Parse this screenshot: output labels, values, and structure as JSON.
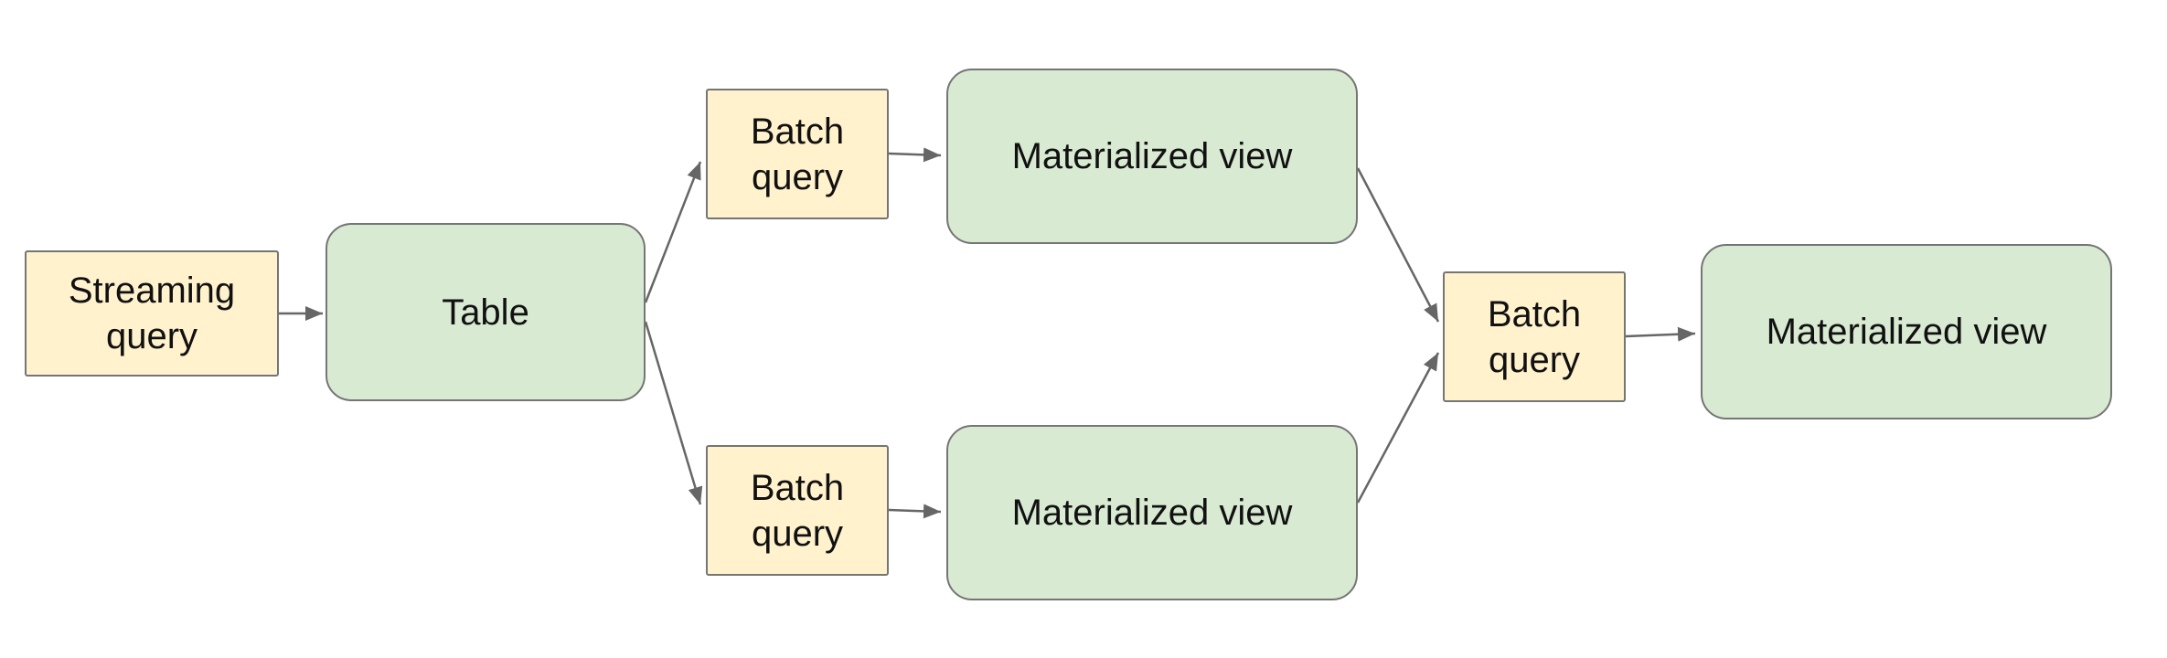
{
  "diagram": {
    "background": "#ffffff",
    "colors": {
      "process_fill": "#fff2cc",
      "store_fill": "#d9ead3",
      "node_border": "#757575",
      "arrow": "#666666",
      "text": "#111111"
    },
    "nodes": [
      {
        "id": "streaming-query",
        "label": "Streaming query",
        "type": "process"
      },
      {
        "id": "table",
        "label": "Table",
        "type": "store"
      },
      {
        "id": "batch-query-top",
        "label": "Batch query",
        "type": "process"
      },
      {
        "id": "materialized-view-top",
        "label": "Materialized view",
        "type": "store"
      },
      {
        "id": "batch-query-bottom",
        "label": "Batch query",
        "type": "process"
      },
      {
        "id": "materialized-view-bottom",
        "label": "Materialized view",
        "type": "store"
      },
      {
        "id": "batch-query-merge",
        "label": "Batch query",
        "type": "process"
      },
      {
        "id": "materialized-view-final",
        "label": "Materialized view",
        "type": "store"
      }
    ],
    "edges": [
      {
        "from": "streaming-query",
        "to": "table"
      },
      {
        "from": "table",
        "to": "batch-query-top"
      },
      {
        "from": "table",
        "to": "batch-query-bottom"
      },
      {
        "from": "batch-query-top",
        "to": "materialized-view-top"
      },
      {
        "from": "batch-query-bottom",
        "to": "materialized-view-bottom"
      },
      {
        "from": "materialized-view-top",
        "to": "batch-query-merge"
      },
      {
        "from": "materialized-view-bottom",
        "to": "batch-query-merge"
      },
      {
        "from": "batch-query-merge",
        "to": "materialized-view-final"
      }
    ]
  }
}
